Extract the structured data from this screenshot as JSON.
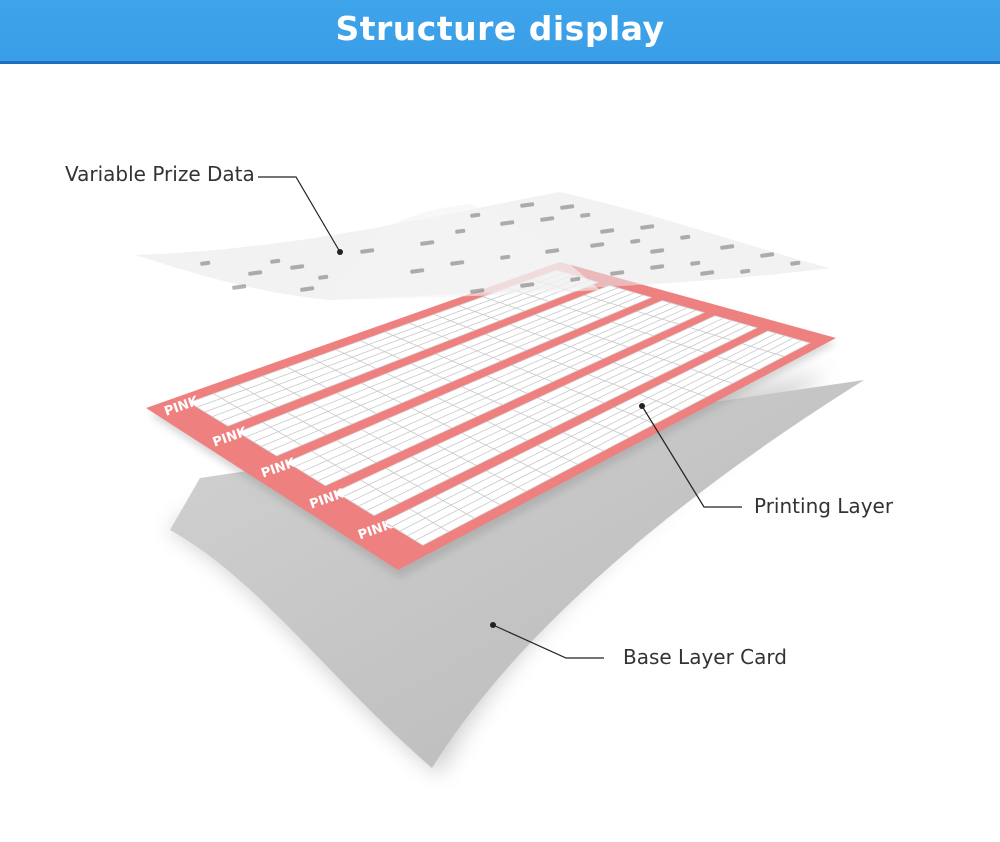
{
  "header": {
    "title": "Structure display"
  },
  "callouts": {
    "prize_data": "Variable Prize Data",
    "printing_layer": "Printing Layer",
    "base_layer": "Base Layer Card"
  },
  "card": {
    "row_label": "PINK"
  },
  "colors": {
    "header": "#3ea4ea",
    "header_border": "#1d6fc0",
    "printing_layer": "#ef8080",
    "base_layer": "#c4c4c4"
  }
}
